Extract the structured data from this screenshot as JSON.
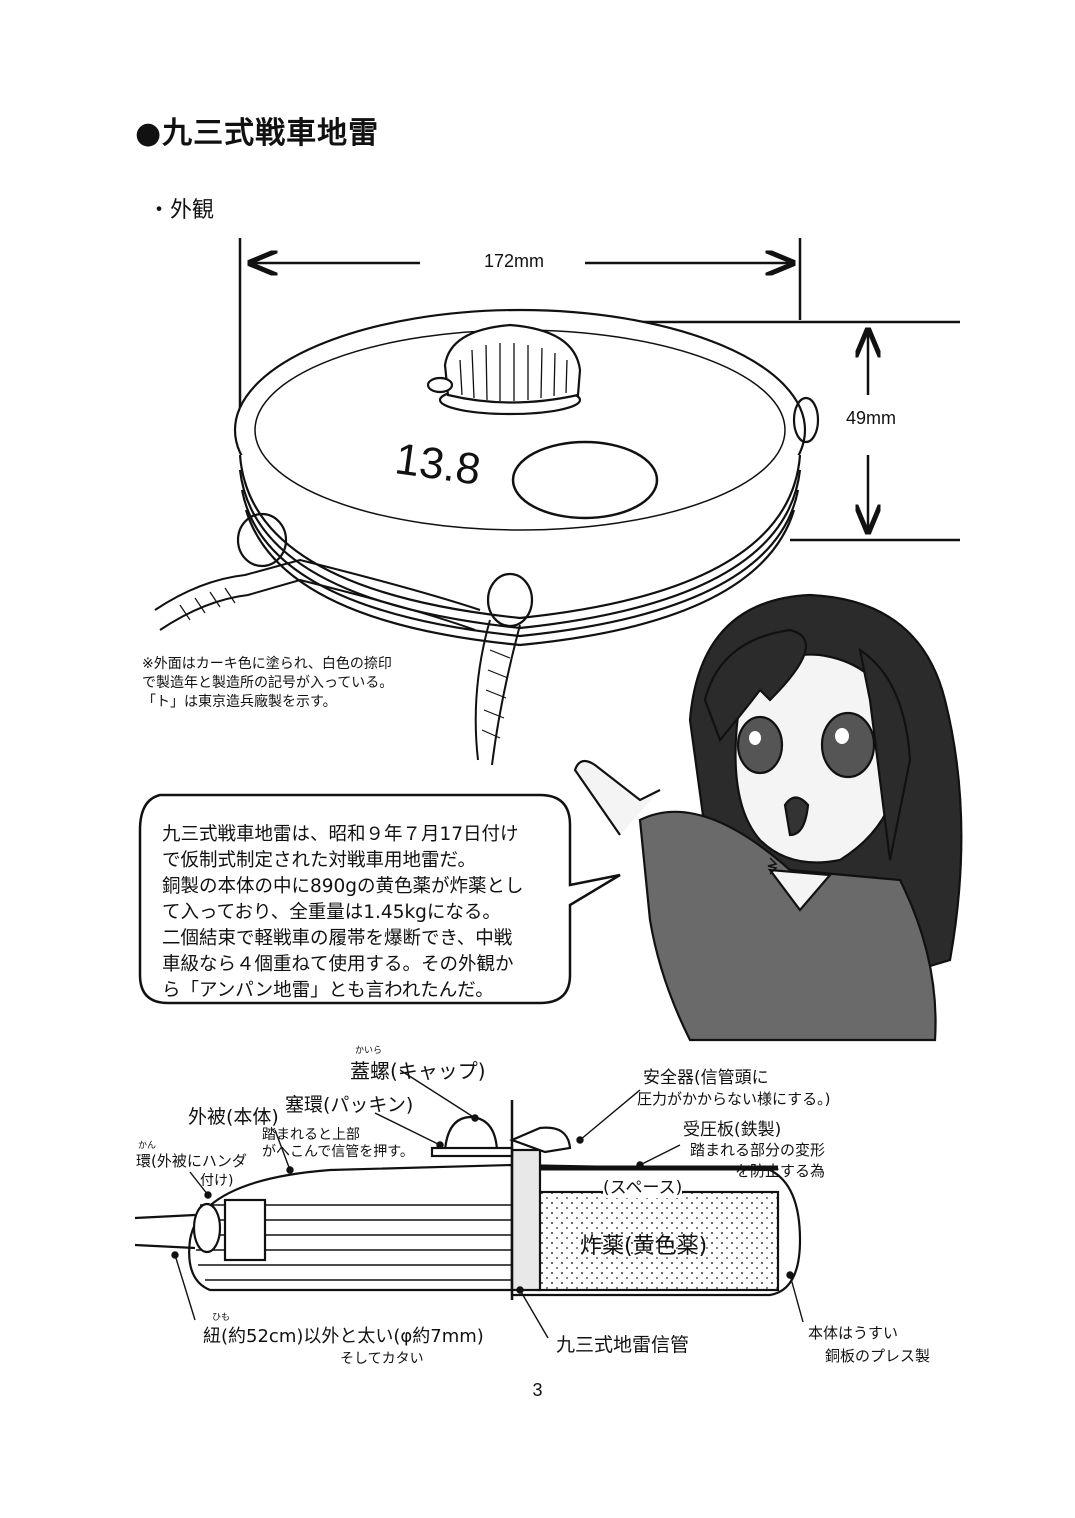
{
  "title": "●九三式戦車地雷",
  "subtitle": "・外観",
  "dimensions": {
    "width": "172mm",
    "height": "49mm"
  },
  "mine_marking": "13.8",
  "note_lines": [
    "※外面はカーキ色に塗られ、白色の捺印",
    "で製造年と製造所の記号が入っている。",
    "「ト」は東京造兵廠製を示す。"
  ],
  "speech_lines": [
    "九三式戦車地雷は、昭和９年７月17日付け",
    "で仮制式制定された対戦車用地雷だ。",
    "銅製の本体の中に890gの黄色薬が炸薬とし",
    "て入っており、全重量は1.45kgになる。",
    "二個結束で軽戦車の履帯を爆断でき、中戦",
    "車級なら４個重ねて使用する。その外観か",
    "ら「アンパン地雷」とも言われたんだ。"
  ],
  "diagram_labels": {
    "cap_ruby": "かいら",
    "cap": "蓋螺(キャップ)",
    "gasket": "塞環(パッキン)",
    "body": "外被(本体)",
    "body_note_1": "踏まれると上部",
    "body_note_2": "がへこんで信管を押す。",
    "ring_ruby": "かん",
    "ring_1": "環(外被にハンダ",
    "ring_2": "付け)",
    "safety_1": "安全器(信管頭に",
    "safety_2": "圧力がかからない様にする。)",
    "plate_1": "受圧板(鉄製)",
    "plate_2": "踏まれる部分の変形",
    "plate_3": "を防止する為",
    "space": "(スペース)",
    "charge": "炸薬(黄色薬)",
    "cord_ruby": "ひも",
    "cord_1": "紐(約52cm)以外と太い(φ約7mm)",
    "cord_2": "そしてカタい",
    "fuse": "九三式地雷信管",
    "shell_1": "本体はうすい",
    "shell_2": "銅板のプレス製"
  },
  "page_number": "3"
}
